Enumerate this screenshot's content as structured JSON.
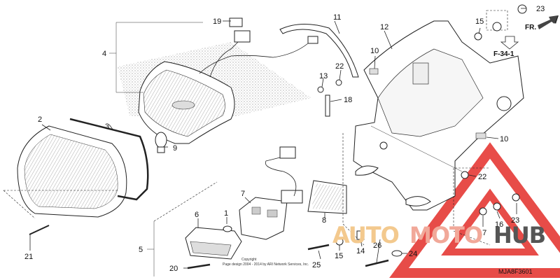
{
  "diagram": {
    "callouts": [
      {
        "id": "c1",
        "text": "1"
      },
      {
        "id": "c2",
        "text": "2"
      },
      {
        "id": "c3",
        "text": "3"
      },
      {
        "id": "c4",
        "text": "4"
      },
      {
        "id": "c5",
        "text": "5"
      },
      {
        "id": "c6",
        "text": "6"
      },
      {
        "id": "c7",
        "text": "7"
      },
      {
        "id": "c8",
        "text": "8"
      },
      {
        "id": "c9",
        "text": "9"
      },
      {
        "id": "c10a",
        "text": "10"
      },
      {
        "id": "c10b",
        "text": "10"
      },
      {
        "id": "c11",
        "text": "11"
      },
      {
        "id": "c12",
        "text": "12"
      },
      {
        "id": "c13",
        "text": "13"
      },
      {
        "id": "c14",
        "text": "14"
      },
      {
        "id": "c15a",
        "text": "15"
      },
      {
        "id": "c15b",
        "text": "15"
      },
      {
        "id": "c16",
        "text": "16"
      },
      {
        "id": "c17",
        "text": "17"
      },
      {
        "id": "c18",
        "text": "18"
      },
      {
        "id": "c19",
        "text": "19"
      },
      {
        "id": "c20",
        "text": "20"
      },
      {
        "id": "c21",
        "text": "21"
      },
      {
        "id": "c22a",
        "text": "22"
      },
      {
        "id": "c22b",
        "text": "22"
      },
      {
        "id": "c23a",
        "text": "23"
      },
      {
        "id": "c23b",
        "text": "23"
      },
      {
        "id": "c24",
        "text": "24"
      },
      {
        "id": "c25",
        "text": "25"
      },
      {
        "id": "c26",
        "text": "26"
      }
    ],
    "direction_label": "FR.",
    "reference": "F-34-1",
    "diagram_code": "MJA8F3601",
    "copyright_line1": "Copyright",
    "copyright_line2": "Page design 2004 - 2014 by ARI Network Services, Inc."
  },
  "watermark": {
    "word1": "AUTO",
    "word2": "MOTO",
    "word3": "HUB",
    "color1": "#f3c98e",
    "color2": "#f1a899",
    "color3": "#555555",
    "triangle_color": "#e53935"
  }
}
